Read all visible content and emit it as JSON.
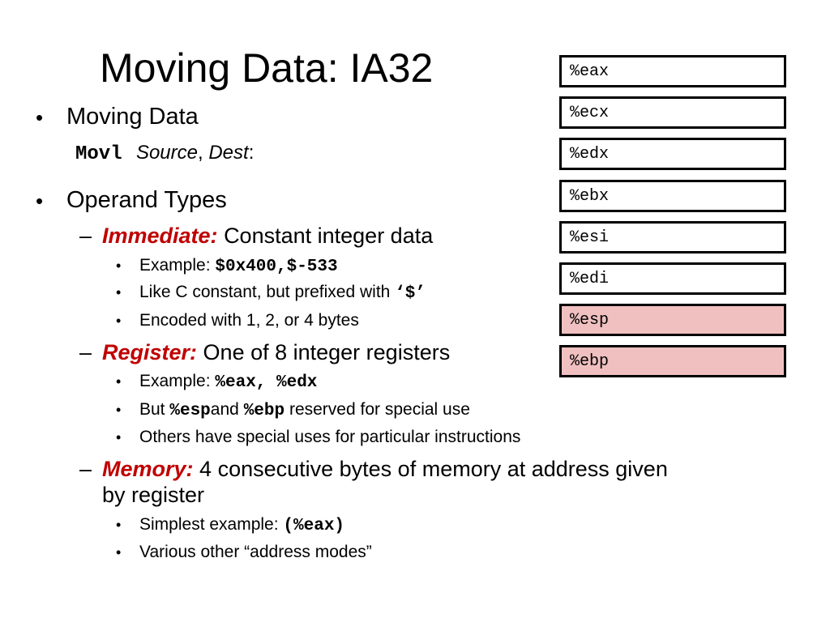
{
  "title": "Moving Data: IA32",
  "bullets": {
    "moving": {
      "label": "Moving Data",
      "instr_mnemonic": "Movl",
      "instr_source": "Source",
      "instr_comma": ",",
      "instr_dest": "Dest",
      "instr_colon": ":"
    },
    "operand": {
      "label": "Operand Types",
      "immediate": {
        "term": "Immediate:",
        "desc": "Constant integer data",
        "ex_label": "Example:",
        "ex_code": "$0x400,$-533",
        "like_text": "Like C constant, but prefixed with",
        "like_code": "‘$’",
        "encoded": "Encoded with 1, 2, or 4 bytes"
      },
      "register": {
        "term": "Register:",
        "desc": "One of 8 integer registers",
        "ex_label": "Example:",
        "ex_code": "%eax, %edx",
        "but_label": "But",
        "but_code1": "%esp",
        "but_and": "and",
        "but_code2": "%ebp",
        "but_rest": "reserved for special use",
        "others": "Others have special uses for particular instructions"
      },
      "memory": {
        "term": "Memory:",
        "desc_line1": "4 consecutive bytes of memory at address given",
        "desc_line2": "by register",
        "simplest_label": "Simplest example:",
        "simplest_code": "(%eax)",
        "various": "Various other “address modes”"
      }
    }
  },
  "registers": [
    {
      "name": "%eax",
      "highlight": false
    },
    {
      "name": "%ecx",
      "highlight": false
    },
    {
      "name": "%edx",
      "highlight": false
    },
    {
      "name": "%ebx",
      "highlight": false
    },
    {
      "name": "%esi",
      "highlight": false
    },
    {
      "name": "%edi",
      "highlight": false
    },
    {
      "name": "%esp",
      "highlight": true
    },
    {
      "name": "%ebp",
      "highlight": true
    }
  ],
  "colors": {
    "term_red": "#c00000",
    "reserved_reg_fill": "#f0c0c0",
    "box_border": "#000000"
  },
  "bullet_glyphs": {
    "level1": "•",
    "level2": "–",
    "level3": "•"
  }
}
